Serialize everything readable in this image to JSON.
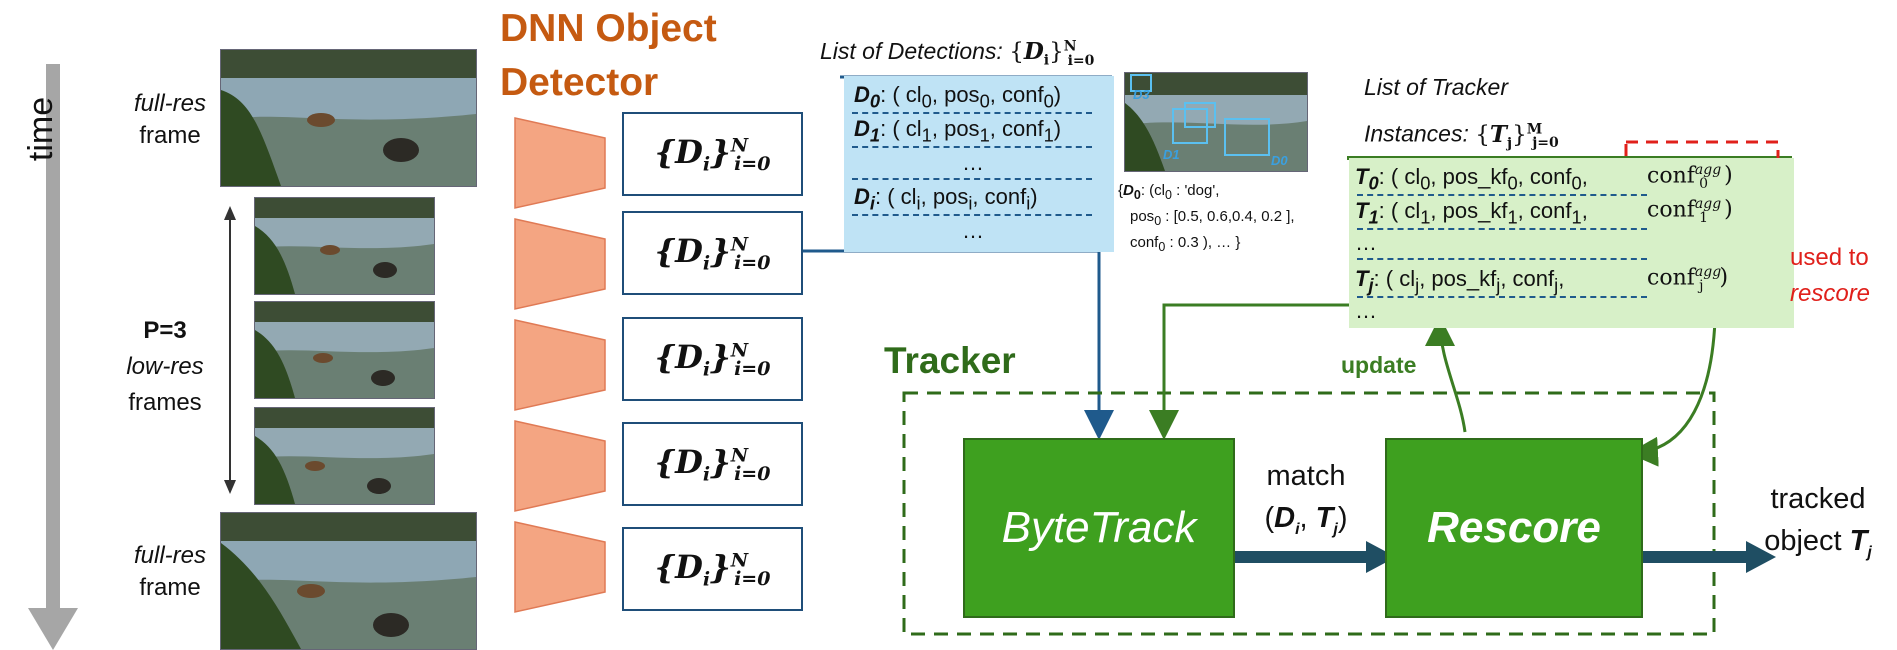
{
  "time_axis": {
    "label": "time"
  },
  "frames": {
    "top_full": {
      "line1": "full-res",
      "line2": "frame"
    },
    "bottom_full": {
      "line1": "full-res",
      "line2": "frame"
    },
    "low_res": {
      "line1": "P=3",
      "line2": "low-res",
      "line3": "frames"
    }
  },
  "detector": {
    "title_line1": "DNN Object",
    "title_line2": "Detector",
    "color": "#c55a11"
  },
  "detection_set_label": {
    "base": "{D",
    "sub_i": "i",
    "close": "}",
    "sup": "N",
    "sub": "i=0"
  },
  "detections_list": {
    "title": "List of Detections: ",
    "title_set_sup": "N",
    "title_set_sub": "i=0",
    "rows": [
      {
        "name": "D",
        "sub": "0",
        "text": ": ( cl",
        "s1": "0",
        "t2": ", pos",
        "s2": "0",
        "t3": ", conf",
        "s3": "0",
        "t4": ")"
      },
      {
        "name": "D",
        "sub": "1",
        "text": ": ( cl",
        "s1": "1",
        "t2": ", pos",
        "s2": "1",
        "t3": ", conf",
        "s3": "1",
        "t4": ")"
      },
      {
        "name": "D",
        "sub": "i",
        "text": ": ( cl",
        "s1": "i",
        "t2": ",  pos",
        "s2": "i",
        "t3": ",  conf",
        "s3": "i",
        "t4": ")"
      }
    ],
    "ellipsis": "…",
    "color": "#bfe3f5"
  },
  "detection_image": {
    "box_labels": [
      "D3",
      "D1",
      "D0"
    ],
    "note_line1_a": "{",
    "note_line1_b": "D",
    "note_line1_sub": "0",
    "note_line1_c": ": (cl",
    "note_line1_d": "0",
    "note_line1_e": " : 'dog',",
    "note_line2_a": "pos",
    "note_line2_sub": "0",
    "note_line2_b": " : [0.5, 0.6,0.4, 0.2 ],",
    "note_line3_a": "conf",
    "note_line3_sub": "0",
    "note_line3_b": " : 0.3 ), … }"
  },
  "tracker_list": {
    "title_line1": "List of Tracker",
    "title_line2": "Instances: ",
    "title_set_sup": "M",
    "title_set_sub": "j=0",
    "rows": [
      {
        "name": "T",
        "sub": "0",
        "t1": ": ( cl",
        "s1": "0",
        "t2": ", pos_kf",
        "s2": "0",
        "t3": ", conf",
        "s3": "0",
        "t4": ",",
        "agg": "conf",
        "agg_sub": "0",
        "agg_sup": "agg",
        "close": ")"
      },
      {
        "name": "T",
        "sub": "1",
        "t1": ": ( cl",
        "s1": "1",
        "t2": ", pos_kf",
        "s2": "1",
        "t3": ", conf",
        "s3": "1",
        "t4": ",",
        "agg": "conf",
        "agg_sub": "1",
        "agg_sup": "agg",
        "close": ")"
      },
      {
        "name": "T",
        "sub": "j",
        "t1": ": ( cl",
        "s1": "j",
        "t2": ",  pos_kf",
        "s2": "j",
        "t3": ", conf",
        "s3": "j",
        "t4": ",",
        "agg": "conf",
        "agg_sub": "j",
        "agg_sup": "agg",
        "close": ")"
      }
    ],
    "ellipsis": "…",
    "color": "#d7f0c8"
  },
  "rescore_note": {
    "line1": "used to",
    "line2": "rescore",
    "color": "#e0201b"
  },
  "tracker": {
    "title": "Tracker",
    "update_label": "update",
    "bytetrack_label": "ByteTrack",
    "rescore_label": "Rescore",
    "match_label": "match",
    "match_pair_open": "(",
    "match_pair_d": "D",
    "match_pair_d_sub": "i",
    "match_pair_comma": ", ",
    "match_pair_t": "T",
    "match_pair_t_sub": "j",
    "match_pair_close": ")",
    "output_line1": "tracked",
    "output_line2": "object ",
    "output_t": "T",
    "output_t_sub": "j",
    "green": "#3ea01f",
    "dark_green": "#2f6b1a"
  }
}
